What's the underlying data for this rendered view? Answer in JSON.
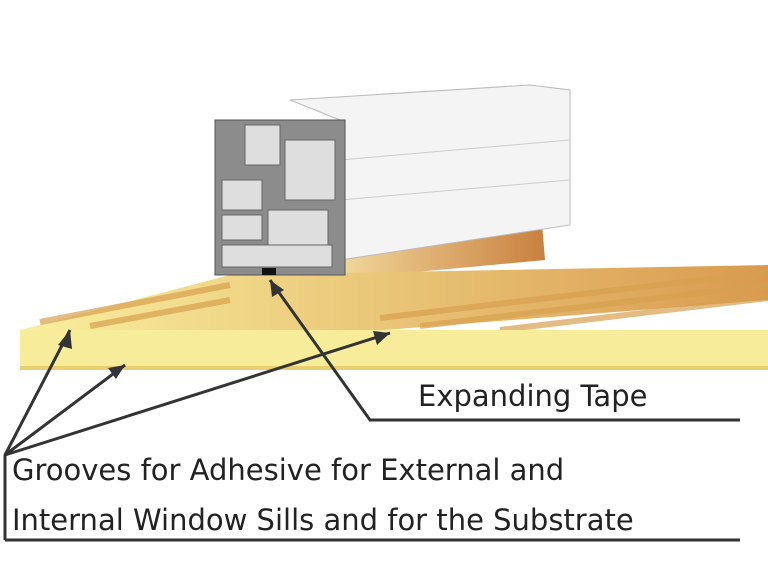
{
  "labels": {
    "expanding_tape": "Expanding Tape",
    "grooves_line1": "Grooves for Adhesive for External and",
    "grooves_line2": "Internal Window Sills and for the Substrate"
  },
  "colors": {
    "board": "#f7ec9a",
    "board_dark": "#e9c46a",
    "wood": "#d08a4a",
    "profile": "#8a8a8a",
    "frame_white": "#f2f2f2",
    "line": "#333333"
  }
}
